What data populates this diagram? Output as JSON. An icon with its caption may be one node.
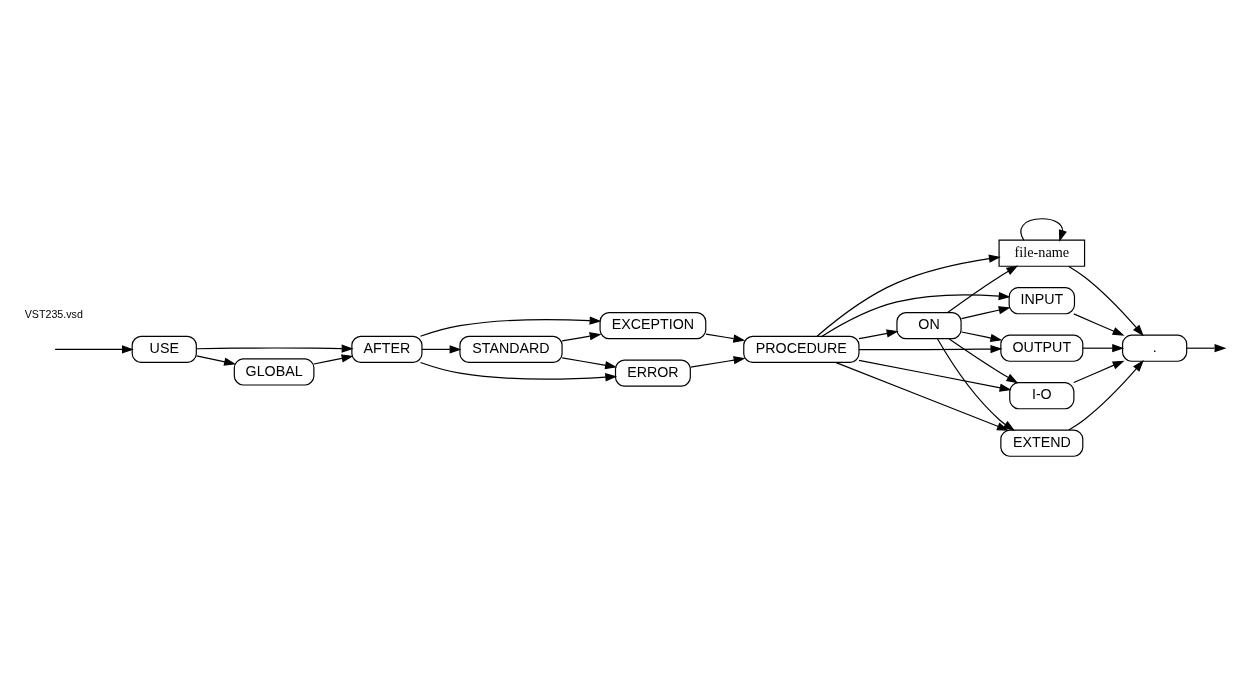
{
  "diagram": {
    "nodes": [
      {
        "text": [
          "USE"
        ]
      },
      {
        "text": [
          "GLOBAL"
        ]
      },
      {
        "text": [
          "AFTER"
        ]
      },
      {
        "text": [
          "STANDARD"
        ]
      },
      {
        "text": [
          "EXCEPTION"
        ]
      },
      {
        "text": [
          "ERROR"
        ]
      },
      {
        "text": [
          "PROCEDURE"
        ]
      },
      {
        "text": [
          "ON"
        ]
      },
      {
        "text": [
          "file-name"
        ]
      },
      {
        "text": [
          "."
        ]
      },
      {
        "text": [
          "INPUT"
        ]
      },
      {
        "text": [
          "OUTPUT"
        ]
      },
      {
        "text": [
          "I-O"
        ]
      },
      {
        "text": [
          "EXTEND"
        ]
      }
    ],
    "edges": [
      {
        "from": null,
        "to": 0,
        "arrow": "to"
      },
      {
        "from": 0,
        "to": 1,
        "arrow": "to"
      },
      {
        "from": 0,
        "to": 2,
        "arrow": "to"
      },
      {
        "from": 1,
        "to": 2,
        "arrow": "to"
      },
      {
        "from": 2,
        "to": 3,
        "arrow": "to"
      },
      {
        "from": 2,
        "to": 4,
        "arrow": "to"
      },
      {
        "from": 2,
        "to": 5,
        "arrow": "to"
      },
      {
        "from": 3,
        "to": 4,
        "arrow": "to"
      },
      {
        "from": 3,
        "to": 5,
        "arrow": "to"
      },
      {
        "from": 4,
        "to": 6,
        "arrow": "to"
      },
      {
        "from": 5,
        "to": 6,
        "arrow": "to"
      },
      {
        "from": 6,
        "to": 7,
        "arrow": "to"
      },
      {
        "from": 6,
        "to": 8,
        "arrow": "to"
      },
      {
        "from": 6,
        "to": 10,
        "arrow": "to"
      },
      {
        "from": 6,
        "to": 11,
        "arrow": "to"
      },
      {
        "from": 6,
        "to": 12,
        "arrow": "to"
      },
      {
        "from": 6,
        "to": 13,
        "arrow": "to"
      },
      {
        "from": 7,
        "to": 8,
        "arrow": "to"
      },
      {
        "from": 7,
        "to": 10,
        "arrow": "to"
      },
      {
        "from": 7,
        "to": 11,
        "arrow": "to"
      },
      {
        "from": 7,
        "to": 12,
        "arrow": "to"
      },
      {
        "from": 7,
        "to": 13,
        "arrow": "to"
      },
      {
        "from": 8,
        "to": 8,
        "arrow": "to"
      },
      {
        "from": 8,
        "to": 9,
        "arrow": "to"
      },
      {
        "from": 10,
        "to": 9,
        "arrow": "to"
      },
      {
        "from": 11,
        "to": 9,
        "arrow": "to"
      },
      {
        "from": 12,
        "to": 9,
        "arrow": "to"
      },
      {
        "from": 13,
        "to": 9,
        "arrow": "to"
      },
      {
        "from": 9,
        "to": null,
        "arrow": "to"
      }
    ],
    "labels": [
      "VST235.vsd"
    ]
  }
}
